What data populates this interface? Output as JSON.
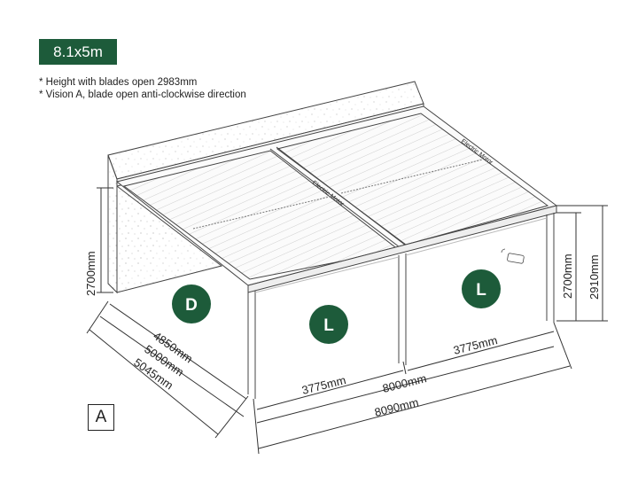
{
  "title": "8.1x5m",
  "notes": [
    "* Height with blades open 2983mm",
    "* Vision A, blade open anti-clockwise direction"
  ],
  "motor_labels": [
    "Electric Motor",
    "Electric Motor"
  ],
  "panel_badges": [
    "D",
    "L",
    "L"
  ],
  "dimensions": {
    "wall_height": "2700mm",
    "post_height": "2700mm",
    "overall_height": "2910mm",
    "depth_inner": "4850mm",
    "depth_mid": "5000mm",
    "depth_outer": "5045mm",
    "bay_front": "3775mm",
    "bay_right": "3775mm",
    "width_inner": "8000mm",
    "width_outer": "8090mm"
  },
  "view_label": "A",
  "colors": {
    "brand_green": "#1d5b3a",
    "line": "#333333"
  }
}
